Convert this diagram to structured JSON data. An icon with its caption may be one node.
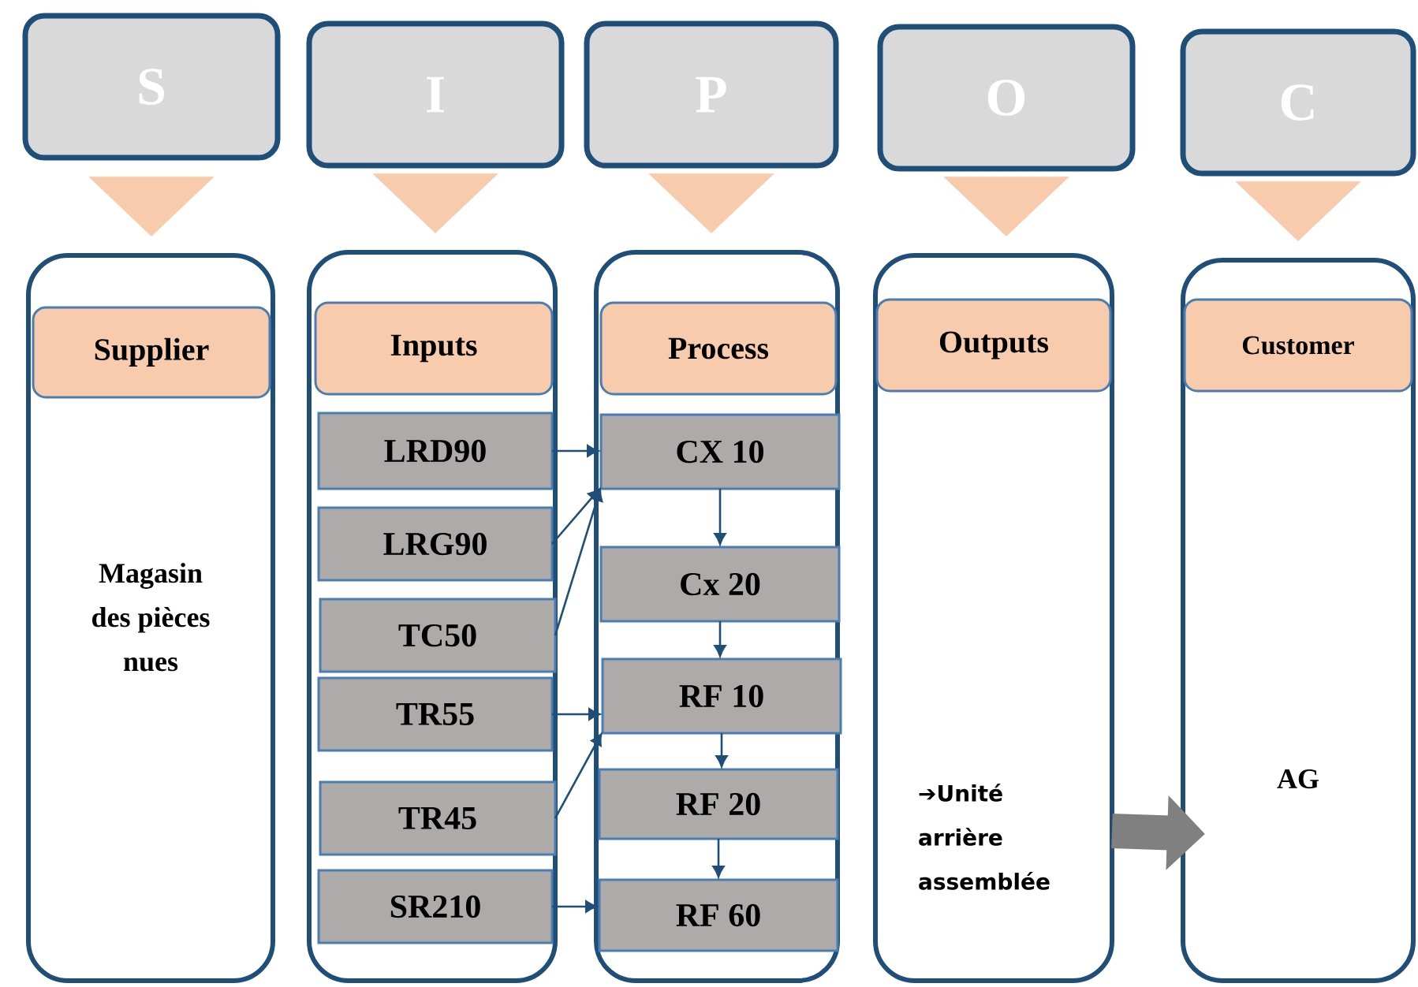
{
  "diagram": {
    "nodes": [
      {
        "text": [
          "S"
        ]
      },
      {
        "text": [
          "I"
        ]
      },
      {
        "text": [
          "P"
        ]
      },
      {
        "text": [
          "O"
        ]
      },
      {
        "text": [
          "C"
        ]
      },
      {
        "text": [
          "Magasin des pièces nues"
        ]
      },
      {
        "text": [
          "Supplier"
        ],
        "in": 5
      },
      {
        "text": [],
        "shape": "box"
      },
      {
        "text": [
          "Inputs"
        ],
        "in": 7
      },
      {
        "text": [
          "LRD90"
        ],
        "in": 7
      },
      {
        "text": [
          "LRG90"
        ],
        "in": 7
      },
      {
        "text": [
          "TC50"
        ],
        "in": 7
      },
      {
        "text": [
          "TR55"
        ],
        "in": 7
      },
      {
        "text": [
          "TR45"
        ],
        "in": 7
      },
      {
        "text": [
          "SR210"
        ],
        "in": 7
      },
      {
        "text": [],
        "shape": "box"
      },
      {
        "text": [
          "Process"
        ],
        "in": 15
      },
      {
        "text": [
          "CX 10"
        ],
        "in": 15
      },
      {
        "text": [
          "Cx 20"
        ],
        "in": 15
      },
      {
        "text": [
          "RF 10"
        ],
        "in": 15
      },
      {
        "text": [
          "RF 20"
        ],
        "in": 15
      },
      {
        "text": [
          "RF 60"
        ],
        "in": 15
      },
      {
        "text": [
          "➔Unité arrière assemblée"
        ]
      },
      {
        "text": [
          "Outputs"
        ],
        "in": 22
      },
      {
        "text": [
          "AG"
        ]
      },
      {
        "text": [
          "Customer"
        ],
        "in": 24
      }
    ],
    "edges": [
      {
        "from": 0,
        "to": 5,
        "arrow": "to",
        "style": "thick",
        "color": "#f8cbad"
      },
      {
        "from": 1,
        "to": 7,
        "arrow": "to",
        "style": "thick",
        "color": "#f8cbad"
      },
      {
        "from": 2,
        "to": 15,
        "arrow": "to",
        "style": "thick",
        "color": "#f8cbad"
      },
      {
        "from": 3,
        "to": 22,
        "arrow": "to",
        "style": "thick",
        "color": "#f8cbad"
      },
      {
        "from": 4,
        "to": 24,
        "arrow": "to",
        "style": "thick",
        "color": "#f8cbad"
      },
      {
        "from": 9,
        "to": 17,
        "arrow": "to"
      },
      {
        "from": 10,
        "to": 17,
        "arrow": "to"
      },
      {
        "from": 11,
        "to": 17,
        "arrow": "to"
      },
      {
        "from": 12,
        "to": 19,
        "arrow": "to"
      },
      {
        "from": 13,
        "to": 19,
        "arrow": "to"
      },
      {
        "from": 14,
        "to": 21,
        "arrow": "to"
      },
      {
        "from": 17,
        "to": 18,
        "arrow": "to"
      },
      {
        "from": 18,
        "to": 19,
        "arrow": "to"
      },
      {
        "from": 19,
        "to": 20,
        "arrow": "to"
      },
      {
        "from": 20,
        "to": 21,
        "arrow": "to"
      },
      {
        "from": 22,
        "to": 24,
        "arrow": "to",
        "style": "thick",
        "color": "#808080"
      }
    ]
  }
}
